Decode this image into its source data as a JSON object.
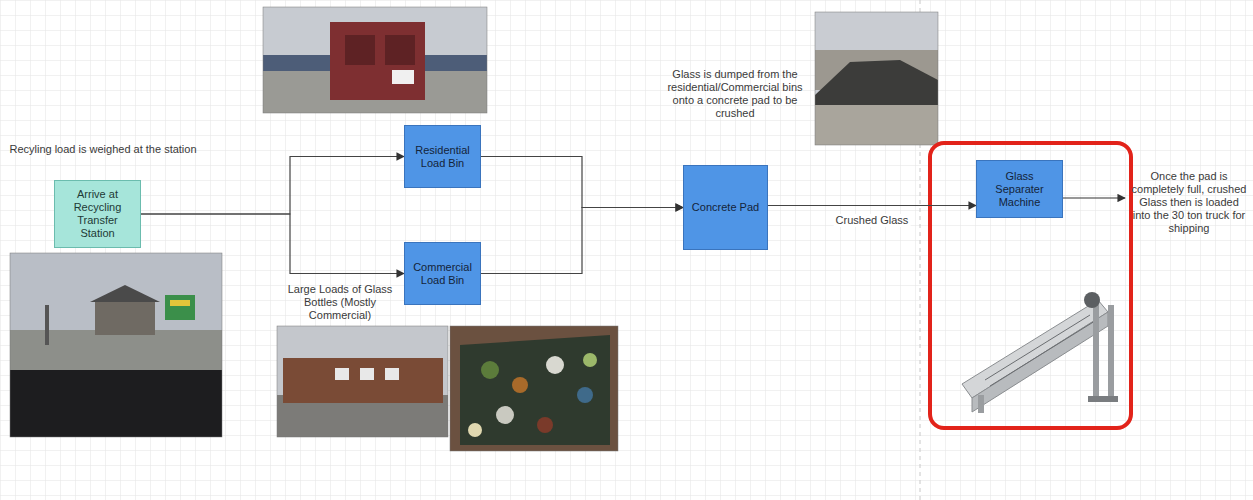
{
  "diagram": {
    "nodes": [
      {
        "text": [
          "Arrive at Recycling Transfer Station"
        ]
      },
      {
        "text": [
          "Residential Load Bin"
        ]
      },
      {
        "text": [
          "Commercial Load Bin"
        ]
      },
      {
        "text": [
          "Concrete Pad"
        ]
      },
      {
        "text": [
          "Glass Separater Machine"
        ]
      }
    ],
    "edges": [
      {
        "from": 0,
        "to": 1,
        "arrow": "to"
      },
      {
        "from": 0,
        "to": 2,
        "arrow": "to"
      },
      {
        "from": 1,
        "to": 3,
        "arrow": "to"
      },
      {
        "from": 2,
        "to": 3,
        "arrow": "to"
      },
      {
        "from": 3,
        "to": 4,
        "label": "Crushed Glass",
        "arrow": "to"
      }
    ],
    "labels": [
      "Recyling load is weighed at the station",
      "Large Loads of Glass Bottles (Mostly Commercial)",
      "Glass is dumped from the residential/Commercial bins onto a concrete pad to be crushed",
      "Once the pad is completely full, crushed Glass then is loaded into the 30 ton truck for shipping"
    ]
  }
}
